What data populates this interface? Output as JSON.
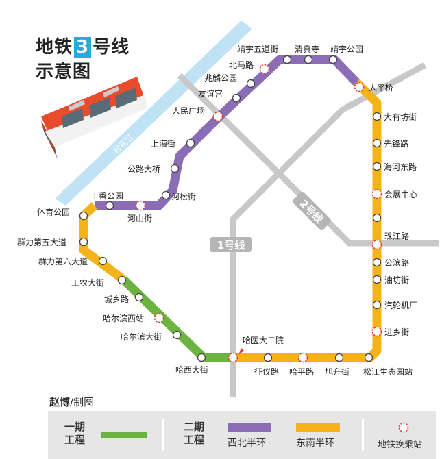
{
  "title": {
    "line1_pre": "地铁",
    "line_number": "3",
    "line1_post": "号线",
    "line2": "示意图"
  },
  "credit": {
    "author": "赵博",
    "suffix": "/制图"
  },
  "other_lines": {
    "line1": "1号线",
    "line2": "2号线",
    "river": "松花江"
  },
  "colors": {
    "phase1": "#6cb33f",
    "northwest": "#8a6db5",
    "southeast": "#f5b31a",
    "other": "#c8c8c8",
    "river": "#bfe3f5",
    "transfer": "#e03c31"
  },
  "stations": {
    "jingyu_wudao": "靖宇五道街",
    "qingzhensi": "清真寺",
    "jingyu_park": "靖宇公园",
    "beima": "北马路",
    "taiping": "太平桥",
    "zhaolin": "兆麟公园",
    "youyi": "友谊宫",
    "renmin": "人民广场",
    "dayoufang": "大有坊街",
    "xianfeng": "先锋路",
    "shanghai": "上海街",
    "haihe": "海河东路",
    "gonglu": "公路大桥",
    "huizhan": "会展中心",
    "dingxiang": "丁香公园",
    "hesong": "河松街",
    "tiyu": "体育公园",
    "heshan": "河山街",
    "unnamed": "",
    "zhujiang": "珠江路",
    "qunli5": "群力第五大道",
    "gongyuan": "公滨路",
    "qunli6": "群力第六大道",
    "youdu": "油坊街",
    "gongnong": "工农大街",
    "qilun": "汽轮机厂",
    "chengxiang": "城乡路",
    "hrb_west": "哈尔滨西站",
    "jinxiang": "进乡街",
    "hrb_avenue": "哈尔滨大街",
    "hyd2": "哈医大二院",
    "haxi": "哈西大街",
    "zhengyi": "征仪路",
    "haping": "哈平路",
    "xusheng": "旭升街",
    "songjiang": "松江生态园站"
  },
  "legend": {
    "phase1": "一期\n工程",
    "phase2": "二期\n工程",
    "northwest": "西北半环",
    "southeast": "东南半环",
    "transfer": "地铁换乘站"
  }
}
